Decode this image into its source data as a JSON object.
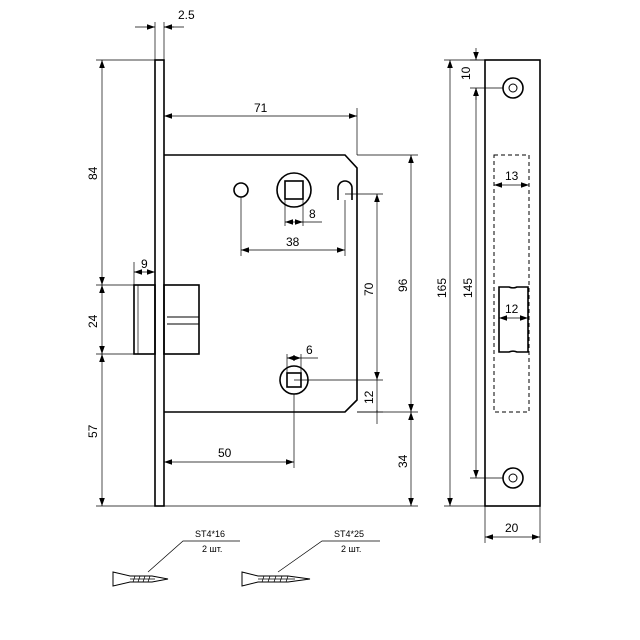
{
  "dimensions": {
    "faceplate_thickness": "2.5",
    "backset": "71",
    "top_to_spindle": "84",
    "latch_width": "9",
    "latch_height": "24",
    "bottom_to_latch": "57",
    "handle_offset": "38",
    "handle_square": "8",
    "handle_to_key": "70",
    "case_height": "96",
    "key_square": "6",
    "key_offset": "12",
    "key_from_front": "50",
    "bottom_margin": "34",
    "plate_length": "165",
    "screw_spacing": "145",
    "screw_offset": "10",
    "strike_width": "13",
    "strike_lower": "12",
    "plate_width": "20"
  },
  "screws": [
    {
      "type": "ST4*16",
      "qty": "2 шт."
    },
    {
      "type": "ST4*25",
      "qty": "2 шт."
    }
  ]
}
